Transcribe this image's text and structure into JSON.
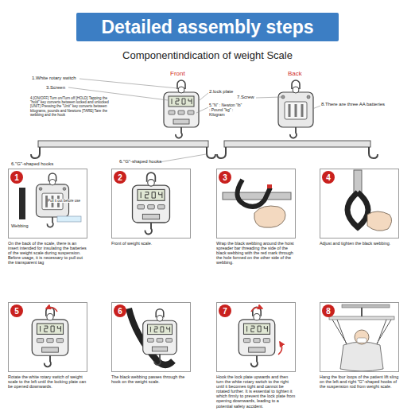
{
  "diagram": {
    "title": "Detailed assembly steps",
    "nodes": [
      {
        "text": [
          "On the back of the scale, there is an insert intended for insulating the batteries of the weight scale during suspension. Before usage, it is necessary to pull out the transparent tag"
        ]
      },
      {
        "text": [
          "1"
        ],
        "in": 0
      },
      {
        "text": [
          "Front of weight scale."
        ]
      },
      {
        "text": [
          "2"
        ],
        "in": 2
      },
      {
        "text": [
          "Wrap the black webbing around the hoist spreader bar threading the side of the black webbing with the red mark through the hole formed on the other side of the webbing."
        ]
      },
      {
        "text": [
          "3"
        ],
        "in": 4
      },
      {
        "text": [
          "Adjust and tighten the black webbing."
        ]
      },
      {
        "text": [
          "4"
        ],
        "in": 6
      },
      {
        "text": [
          "Rotate the white rotary switch of weight scale to the left until the locking plate can be opened downwards."
        ]
      },
      {
        "text": [
          "5"
        ],
        "in": 8
      },
      {
        "text": [
          "The black webbing passes through the hook on the weight scale."
        ]
      },
      {
        "text": [
          "6"
        ],
        "in": 10
      },
      {
        "text": [
          "Hook the lock plate upwards and then turn the white rotary switch to the right until it becomes tight and cannot be rotated further. It is essential to tighten it which firmly to prevent the lock plate from opening downwards, leading to a potential safety accident."
        ]
      },
      {
        "text": [
          "7"
        ],
        "in": 12
      },
      {
        "text": [
          "Hang the four loops of the patient lift sling on the left and right \"G\"-shaped hooks of the suspension rod from weight scale."
        ]
      },
      {
        "text": [
          "8"
        ],
        "in": 14
      }
    ],
    "labels": [
      "Componentindication of weight Scale",
      "Front",
      "Back",
      "1.White rotary switch",
      "2.lock plate",
      "3.Screen",
      "4.[ON/OFF] Turn on/Turn off [HOLD] Tapping the \"hold\" key converts between locked and unlocked [UNIT] Pressing the \"Unit\" key converts between kilograms, pounds and Newtons [TARE] Tare the webbing and the hook",
      "5.\"N\" : Newton \"lb\" : Pound \"kg\" : Kilogram",
      "6.\"G\"-shaped hooks",
      "6.\"G\"-shaped hooks",
      "7.Screw",
      "8.There are three AA batteries",
      "Webbing",
      "Pull it out before use"
    ]
  }
}
